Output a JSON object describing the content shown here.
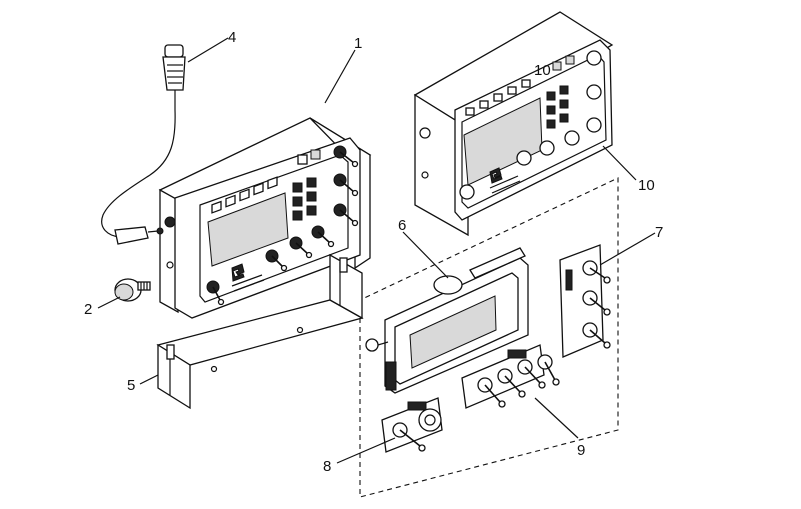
{
  "callouts": [
    {
      "id": "callout-1",
      "label": "1"
    },
    {
      "id": "callout-2",
      "label": "2"
    },
    {
      "id": "callout-4",
      "label": "4"
    },
    {
      "id": "callout-5",
      "label": "5"
    },
    {
      "id": "callout-6",
      "label": "6"
    },
    {
      "id": "callout-7",
      "label": "7"
    },
    {
      "id": "callout-8",
      "label": "8"
    },
    {
      "id": "callout-9",
      "label": "9"
    },
    {
      "id": "callout-10a",
      "label": "10"
    },
    {
      "id": "callout-10b",
      "label": "10"
    }
  ],
  "colors": {
    "line": "#111111",
    "shade": "#d9d9d9",
    "background": "#ffffff"
  }
}
